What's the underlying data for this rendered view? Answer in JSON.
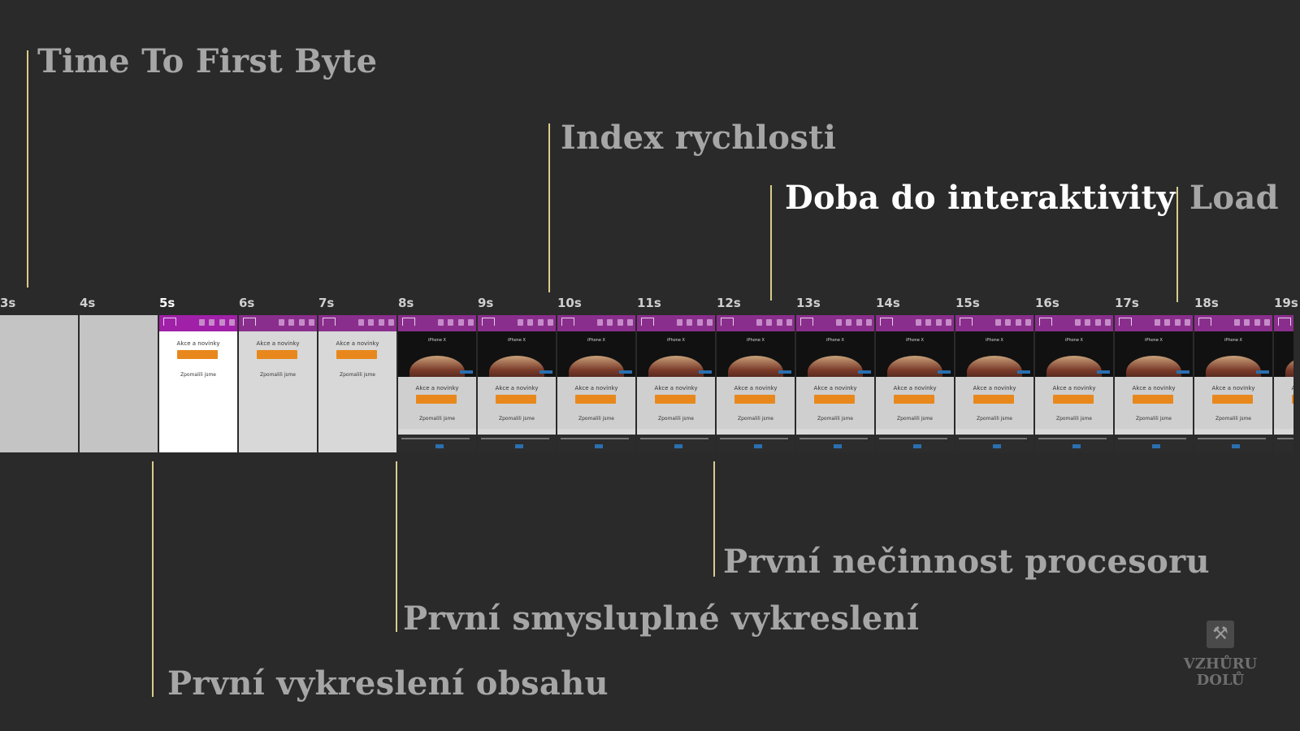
{
  "timeline": {
    "ticks": [
      "3s",
      "4s",
      "5s",
      "6s",
      "7s",
      "8s",
      "9s",
      "10s",
      "11s",
      "12s",
      "13s",
      "14s",
      "15s",
      "16s",
      "17s",
      "18s",
      "19s"
    ]
  },
  "metrics": {
    "ttfb": "Time To First Byte",
    "speed_index": "Index rychlosti",
    "tti": "Doba do interaktivity",
    "load": "Load",
    "fcp": "První vykreslení obsahu",
    "fmp": "První smysluplné vykreslení",
    "first_cpu_idle": "První nečinnost procesoru"
  },
  "frame_texts": {
    "promo_title": "Akce a novinky",
    "slowdown": "Zpomalili jsme",
    "product": "iPhone X"
  },
  "brand": {
    "icon": "crossed-hammers-icon",
    "line1": "VZHŮRU",
    "line2": "DOLŮ"
  },
  "colors": {
    "background": "#2a2a2a",
    "marker": "#d9cc8a",
    "label": "#a6a6a6",
    "highlight": "#ffffff",
    "header": "#8a2e8d",
    "button": "#e8881c"
  }
}
